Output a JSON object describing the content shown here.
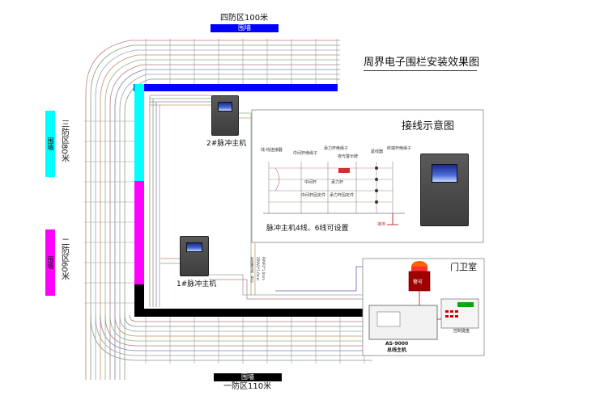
{
  "page": {
    "title": "周界电子围栏安装效果图"
  },
  "zones": {
    "zone1": {
      "label": "一防区110米",
      "tag": "围墙",
      "color": "#000000"
    },
    "zone2": {
      "label": "二防区60米",
      "tag": "围墙",
      "color": "#ff00ff"
    },
    "zone3": {
      "label": "三防区80米",
      "tag": "围墙",
      "color": "#00ffff"
    },
    "zone4": {
      "label": "四防区100米",
      "tag": "围墙",
      "color": "#0000ff"
    }
  },
  "hosts": {
    "host1": "1#脉冲主机",
    "host2": "2#脉冲主机"
  },
  "wiring_panel": {
    "title": "接线示意图",
    "caption": "脉冲主机4线、6线可设置",
    "labels": {
      "wire_connector": "线-线连接器",
      "mid_insulator": "中间杆绝缘子",
      "load_insulator": "承力杆绝缘子",
      "night_sign": "夜光警示牌",
      "tensioner": "紧线器",
      "end_insulator": "终端杆绝缘子",
      "mid_pole": "中间杆",
      "load_pole": "承力杆",
      "mid_pole_fix": "中间杆固定件",
      "load_pole_fix": "承力杆固定件",
      "ground": "接地"
    }
  },
  "guard_room": {
    "title": "门卫室",
    "alarm_label": "警号",
    "controller_model": "AS-9000",
    "controller_name": "总线主机",
    "keypad_label": "控制键盘"
  },
  "cable_labels": [
    "双绞通讯线（4芯）",
    "ZRVV2*1.0mm",
    "RVVP2*1.0mm"
  ]
}
